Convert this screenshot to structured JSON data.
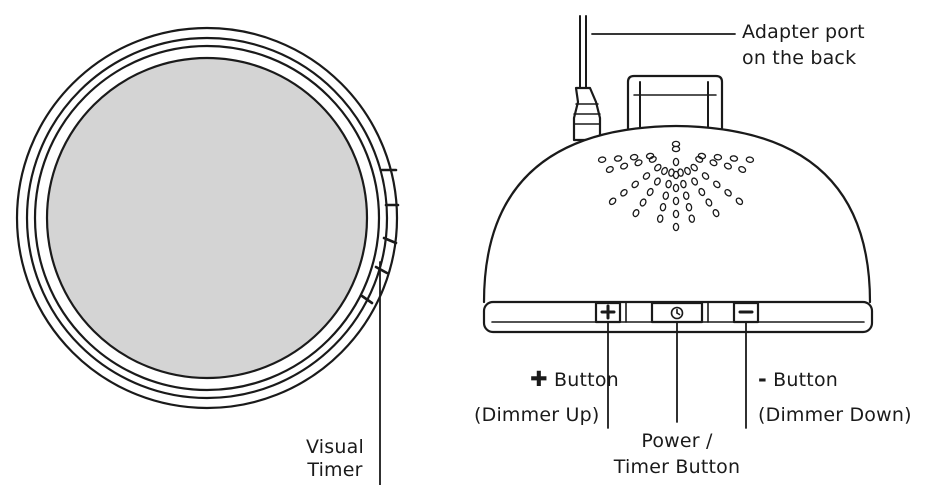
{
  "labels": {
    "adapter_line1": "Adapter port",
    "adapter_line2": "on the back",
    "plus_symbol": "✚",
    "plus_text": "Button",
    "plus_sub": "(Dimmer Up)",
    "minus_symbol": "-",
    "minus_text": "Button",
    "minus_sub": "(Dimmer Down)",
    "power_line1": "Power /",
    "power_line2": "Timer Button",
    "timer_line1": "Visual",
    "timer_line2": "Timer"
  },
  "buttons": {
    "plus": "+",
    "minus": "−",
    "clock_icon": "clock-icon"
  },
  "colors": {
    "stroke": "#1a1a1a",
    "lens_fill": "#d4d4d4",
    "background": "#ffffff"
  }
}
